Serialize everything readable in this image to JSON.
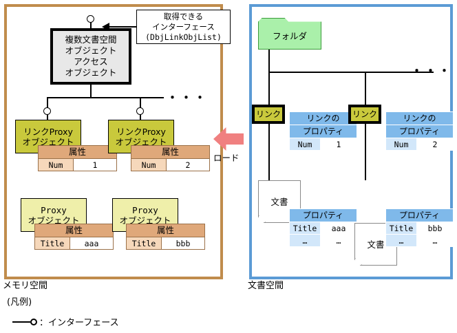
{
  "diagram": {
    "memory_panel": {
      "label": "メモリ空間",
      "border_color": "#c08c4c",
      "access_object": {
        "lines": [
          "複数文書空間",
          "オブジェクト",
          "アクセス",
          "オブジェクト"
        ],
        "fill": "#e8e8e8"
      },
      "callout": {
        "lines": [
          "取得できる",
          "インターフェース",
          "(DbjLinkObjList)"
        ]
      },
      "ellipsis": "・・・",
      "link_proxies": [
        {
          "title_lines": [
            "リンクProxy",
            "オブジェクト"
          ],
          "fill": "#c9c93c",
          "attr_header": "属性",
          "attr_key": "Num",
          "attr_value": "1"
        },
        {
          "title_lines": [
            "リンクProxy",
            "オブジェクト"
          ],
          "fill": "#c9c93c",
          "attr_header": "属性",
          "attr_key": "Num",
          "attr_value": "2"
        }
      ],
      "proxies": [
        {
          "title_lines": [
            "Proxy",
            "オブジェクト"
          ],
          "fill": "#efefaa",
          "attr_header": "属性",
          "attr_key": "Title",
          "attr_value": "aaa"
        },
        {
          "title_lines": [
            "Proxy",
            "オブジェクト"
          ],
          "fill": "#efefaa",
          "attr_header": "属性",
          "attr_key": "Title",
          "attr_value": "bbb"
        }
      ]
    },
    "load_arrow": {
      "label": "ロード",
      "color": "#f08080",
      "direction": "left"
    },
    "document_panel": {
      "label": "文書空間",
      "border_color": "#5b9bd5",
      "folder": {
        "label": "フォルダ",
        "fill": "#aaf0aa"
      },
      "ellipsis": "・・・",
      "links": [
        {
          "label": "リンク",
          "fill": "#c9c93c",
          "prop_header_lines": [
            "リンクの",
            "プロパティ"
          ],
          "prop_key": "Num",
          "prop_value": "1",
          "document": {
            "label": "文書",
            "prop_header": "プロパティ",
            "rows": [
              {
                "key": "Title",
                "value": "aaa"
              },
              {
                "key": "…",
                "value": "…"
              }
            ]
          }
        },
        {
          "label": "リンク",
          "fill": "#c9c93c",
          "prop_header_lines": [
            "リンクの",
            "プロパティ"
          ],
          "prop_key": "Num",
          "prop_value": "2",
          "document": {
            "label": "文書",
            "prop_header": "プロパティ",
            "rows": [
              {
                "key": "Title",
                "value": "bbb"
              },
              {
                "key": "…",
                "value": "…"
              }
            ]
          }
        }
      ]
    },
    "legend": {
      "title": "(凡例)",
      "interface_text": "：インターフェース"
    }
  }
}
